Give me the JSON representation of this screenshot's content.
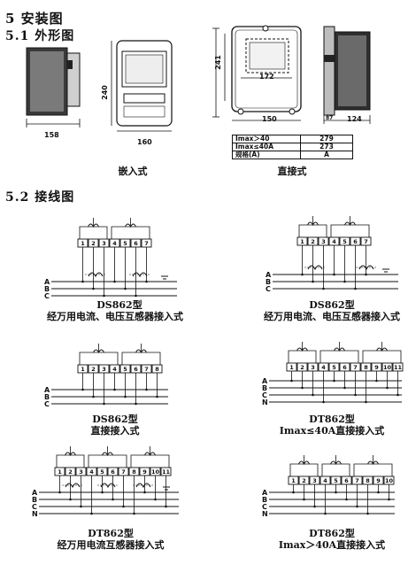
{
  "headings": {
    "section": "5 安装图",
    "sub1": "5.1 外形图",
    "sub2": "5.2 接线图"
  },
  "outline": {
    "side_width": "158",
    "front_height": "240",
    "front_width": "160",
    "caption_embedded": "嵌入式",
    "right_height": "241",
    "right_inner_width": "172",
    "right_width": "150",
    "right_depth_small": "87",
    "right_depth": "124",
    "caption_direct": "直接式",
    "spec_rows": [
      {
        "label": "Imax＞40",
        "value": "279"
      },
      {
        "label": "Imax≤40A",
        "value": "273"
      },
      {
        "label": "规格(A)",
        "value": "A"
      }
    ]
  },
  "wiring": {
    "phase_labels": [
      "A",
      "B",
      "C",
      "N"
    ],
    "d1": {
      "terminals": [
        "1",
        "2",
        "3",
        "4",
        "5",
        "6",
        "7"
      ],
      "model": "DS862型",
      "desc": "经万用电流、电压互感器接入式"
    },
    "d2": {
      "terminals": [
        "1",
        "2",
        "3",
        "4",
        "5",
        "6",
        "7"
      ],
      "model": "DS862型",
      "desc": "经万用电流、电压互感器接入式"
    },
    "d3": {
      "terminals": [
        "1",
        "2",
        "3",
        "4",
        "5",
        "6",
        "7",
        "8"
      ],
      "model": "DS862型",
      "desc": "直接接入式"
    },
    "d4": {
      "terminals": [
        "1",
        "2",
        "3",
        "4",
        "5",
        "6",
        "7",
        "8",
        "9",
        "10",
        "11"
      ],
      "model": "DT862型",
      "desc": "Imax≤40A直接接入式"
    },
    "d5": {
      "terminals": [
        "1",
        "2",
        "3",
        "4",
        "5",
        "6",
        "7",
        "8",
        "9",
        "10",
        "11"
      ],
      "model": "DT862型",
      "desc": "经万用电流互感器接入式"
    },
    "d6": {
      "terminals": [
        "1",
        "2",
        "3",
        "4",
        "5",
        "6",
        "7",
        "8",
        "9",
        "10"
      ],
      "model": "DT862型",
      "desc": "Imax＞40A直接接入式"
    }
  }
}
